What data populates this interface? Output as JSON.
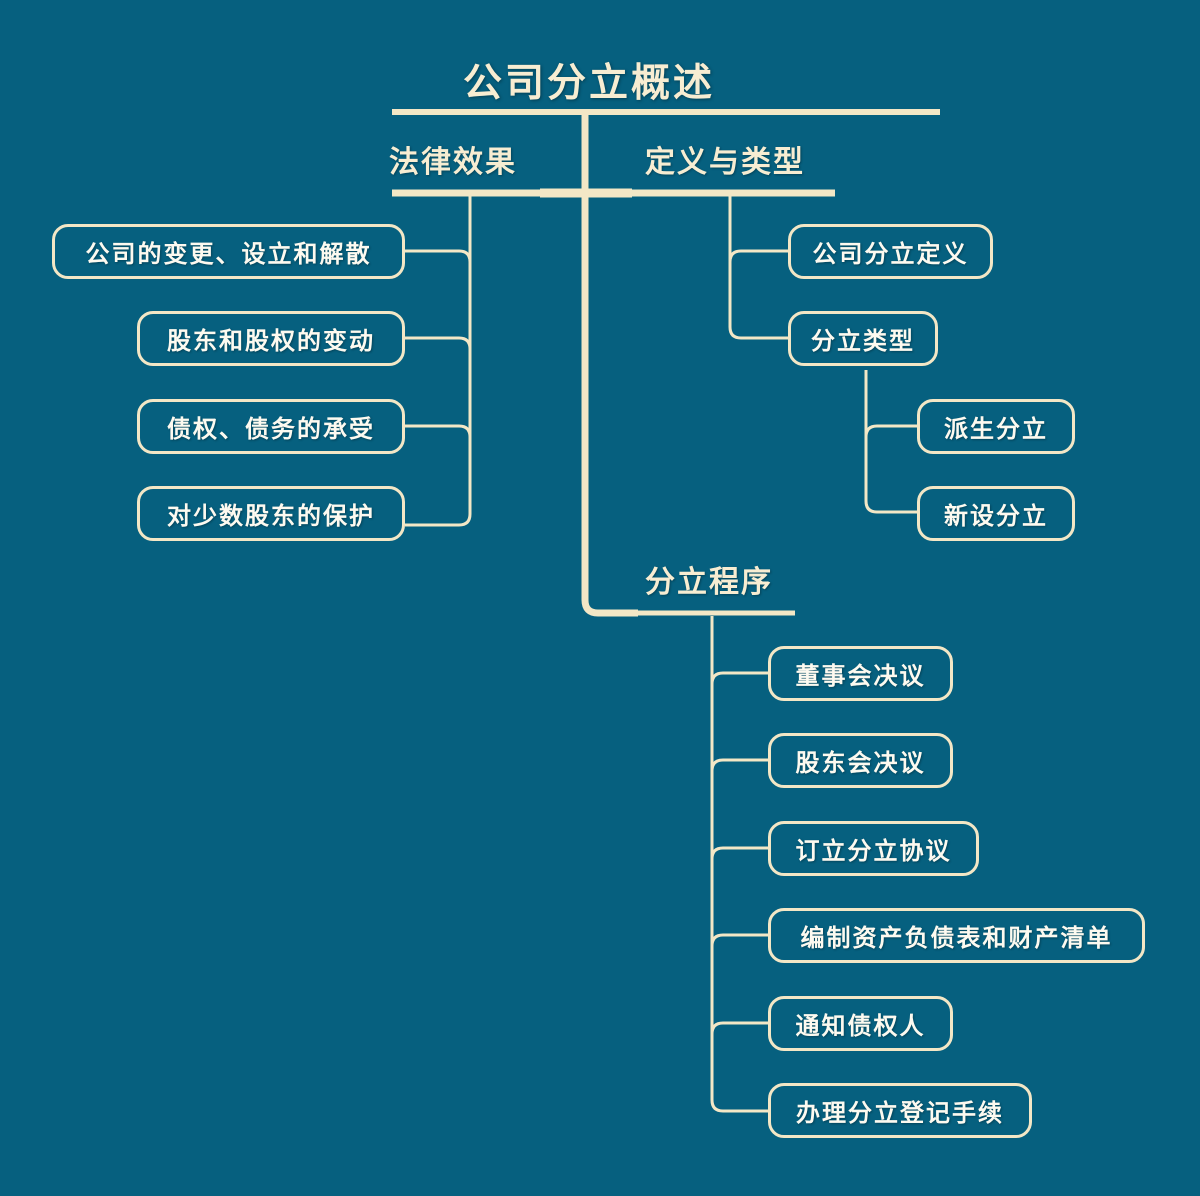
{
  "theme": {
    "background": "#06607f",
    "line": "#f3e7c6",
    "text": "#fdfaf0",
    "title_text": "#f7edd2"
  },
  "chart_data": {
    "type": "mindmap",
    "title": "公司分立概述",
    "orientation": "root-center-with-left-and-right-branches",
    "nodes": 16,
    "levels": 4
  },
  "root": {
    "label": "公司分立概述"
  },
  "branches": [
    {
      "id": "legal-effect",
      "label": "法律效果",
      "side": "left",
      "children": [
        {
          "label": "公司的变更、设立和解散"
        },
        {
          "label": "股东和股权的变动"
        },
        {
          "label": "债权、债务的承受"
        },
        {
          "label": "对少数股东的保护"
        }
      ]
    },
    {
      "id": "definition-and-types",
      "label": "定义与类型",
      "side": "right",
      "children": [
        {
          "label": "公司分立定义",
          "children": []
        },
        {
          "label": "分立类型",
          "children": [
            {
              "label": "派生分立"
            },
            {
              "label": "新设分立"
            }
          ]
        }
      ]
    },
    {
      "id": "split-procedure",
      "label": "分立程序",
      "side": "bottom",
      "children": [
        {
          "label": "董事会决议"
        },
        {
          "label": "股东会决议"
        },
        {
          "label": "订立分立协议"
        },
        {
          "label": "编制资产负债表和财产清单"
        },
        {
          "label": "通知债权人"
        },
        {
          "label": "办理分立登记手续"
        }
      ]
    }
  ]
}
